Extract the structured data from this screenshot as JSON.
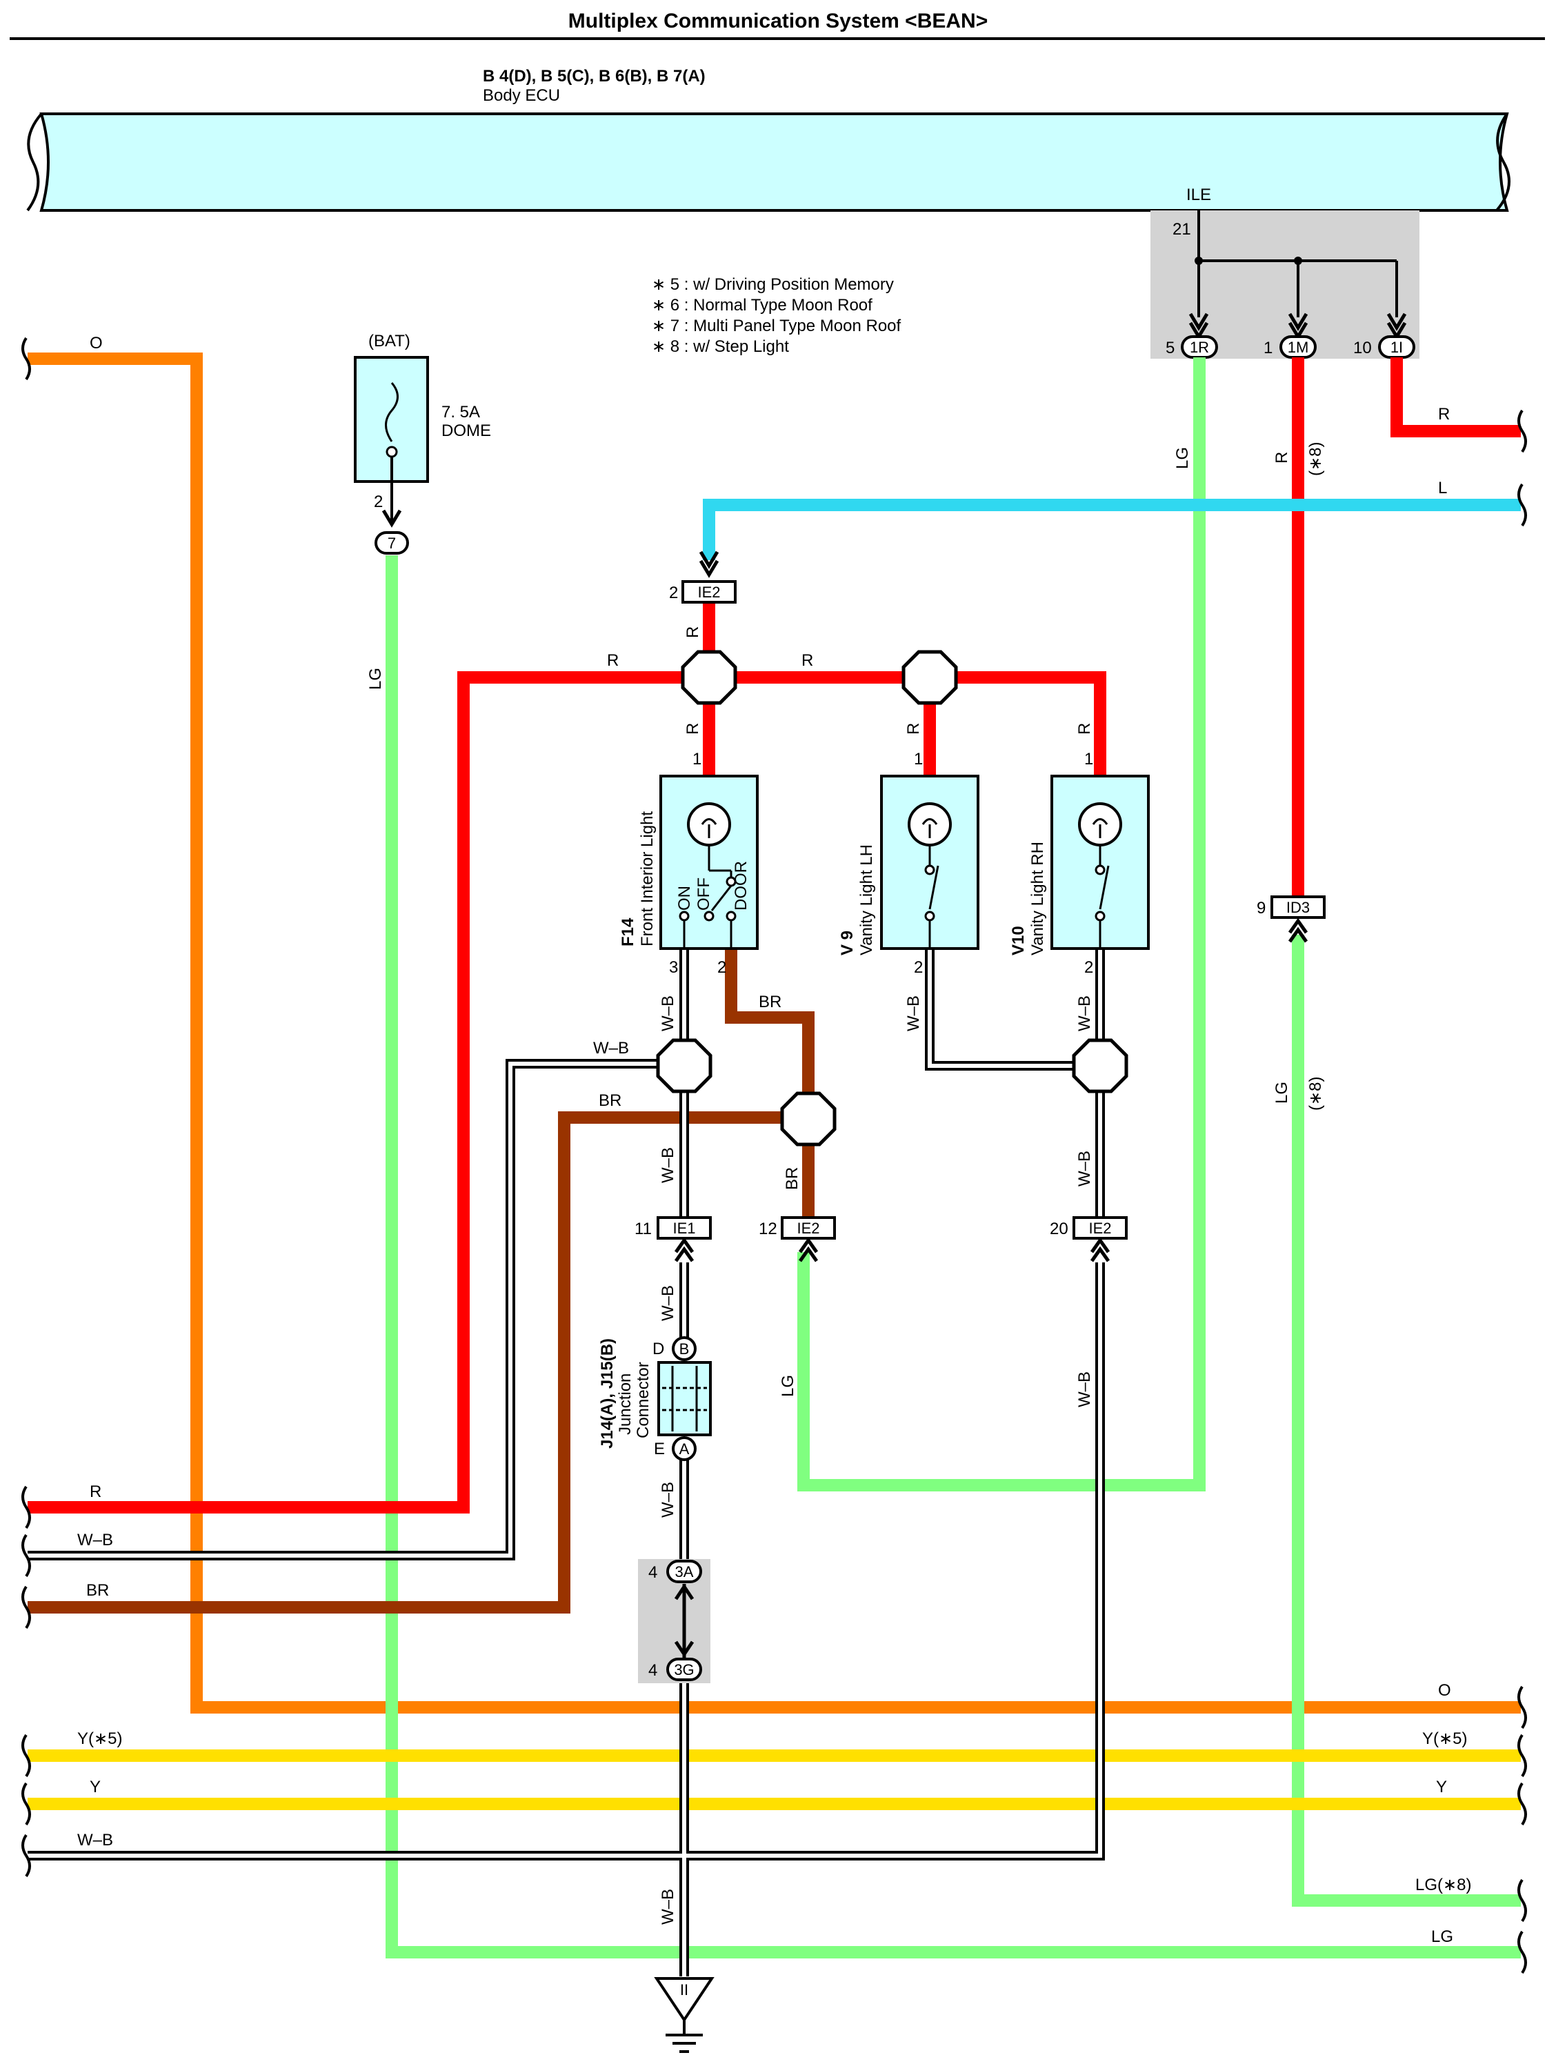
{
  "title": "Multiplex Communication System <BEAN>",
  "ecu": {
    "codes": "B 4(D), B 5(C), B 6(B), B 7(A)",
    "name": "Body ECU",
    "terminal_name": "ILE",
    "terminal_pin": "21",
    "outputs": [
      {
        "pin": "5",
        "connector": "1R"
      },
      {
        "pin": "1",
        "connector": "1M"
      },
      {
        "pin": "10",
        "connector": "1I"
      }
    ]
  },
  "notes": [
    "∗ 5 : w/ Driving Position Memory",
    "∗ 6 : Normal Type Moon Roof",
    "∗ 7 : Multi Panel Type Moon Roof",
    "∗ 8 : w/ Step Light"
  ],
  "fuse": {
    "source": "(BAT)",
    "rating": "7. 5A",
    "name": "DOME",
    "pin": "2",
    "connector": "7"
  },
  "components": {
    "front_light": {
      "code": "F14",
      "name": "Front Interior Light",
      "pin_top": "1",
      "pin_left": "3",
      "pin_right": "2",
      "sw_on": "ON",
      "sw_off": "OFF",
      "sw_door": "DOOR"
    },
    "vanity_lh": {
      "code": "V 9",
      "name": "Vanity Light LH",
      "pin_top": "1",
      "pin_bottom": "2"
    },
    "vanity_rh": {
      "code": "V10",
      "name": "Vanity Light RH",
      "pin_top": "1",
      "pin_bottom": "2"
    },
    "junction": {
      "codes": "J14(A), J15(B)",
      "name1": "Junction",
      "name2": "Connector",
      "pin_top_letter": "D",
      "pin_top": "B",
      "pin_bot_letter": "E",
      "pin_bot": "A"
    }
  },
  "connectors": {
    "ie2_top": {
      "pin": "2",
      "name": "IE2"
    },
    "ie1": {
      "pin": "11",
      "name": "IE1"
    },
    "ie2_mid": {
      "pin": "12",
      "name": "IE2"
    },
    "ie2_right": {
      "pin": "20",
      "name": "IE2"
    },
    "id3": {
      "pin": "9",
      "name": "ID3"
    },
    "c3a": {
      "pin": "4",
      "name": "3A"
    },
    "c3g": {
      "pin": "4",
      "name": "3G"
    },
    "ground": {
      "name": "II"
    }
  },
  "wires": {
    "o": "O",
    "r": "R",
    "lg": "LG",
    "l": "L",
    "wb": "W–B",
    "br": "BR",
    "y": "Y",
    "y5": "Y(∗5)",
    "lg8": "LG(∗8)",
    "s8": "(∗8)"
  },
  "colors": {
    "orange": "#FF8000",
    "red": "#FF0000",
    "light_green": "#80FF80",
    "light_blue": "#30D8F0",
    "brown": "#993300",
    "yellow": "#FFE000",
    "box": "#CCFFFF",
    "shade": "#D3D3D3"
  }
}
